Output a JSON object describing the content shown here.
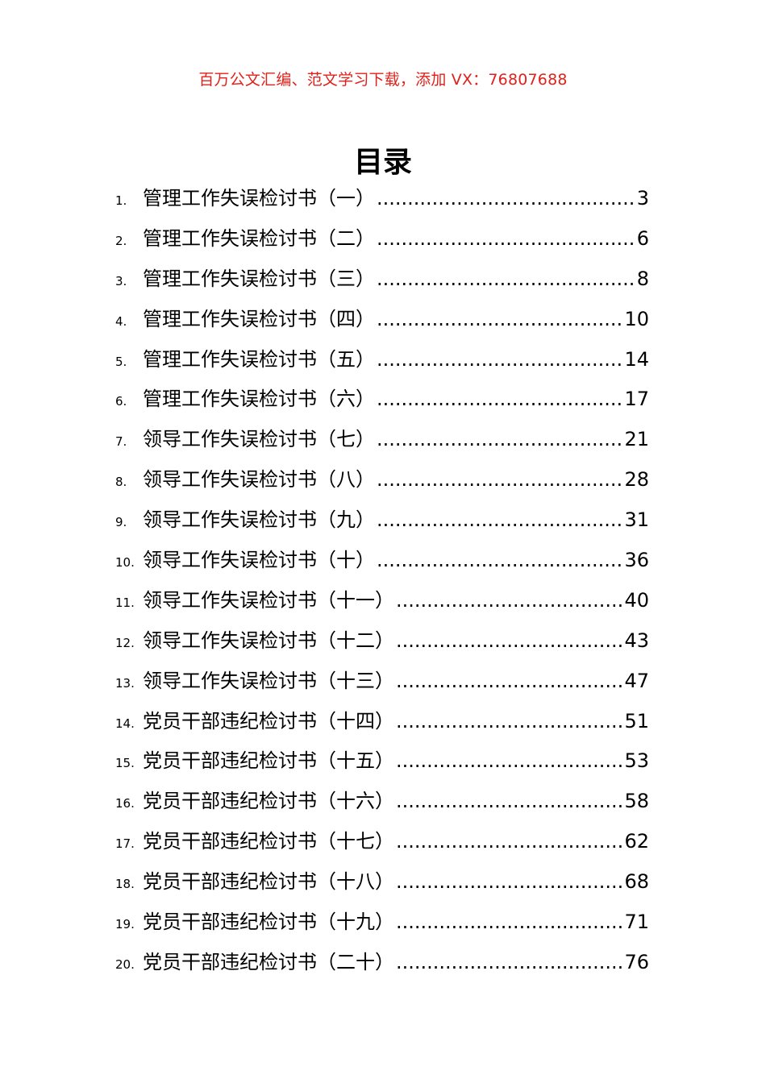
{
  "banner": {
    "text": "百万公文汇编、范文学习下载，添加 VX：76807688",
    "color": "#e0211b"
  },
  "title": "目录",
  "toc": [
    {
      "num": "1.",
      "title": "管理工作失误检讨书（一）",
      "page": "3"
    },
    {
      "num": "2.",
      "title": "管理工作失误检讨书（二）",
      "page": "6"
    },
    {
      "num": "3.",
      "title": "管理工作失误检讨书（三）",
      "page": "8"
    },
    {
      "num": "4.",
      "title": "管理工作失误检讨书（四）",
      "page": "10"
    },
    {
      "num": "5.",
      "title": "管理工作失误检讨书（五）",
      "page": "14"
    },
    {
      "num": "6.",
      "title": "管理工作失误检讨书（六）",
      "page": "17"
    },
    {
      "num": "7.",
      "title": "领导工作失误检讨书（七）",
      "page": "21"
    },
    {
      "num": "8.",
      "title": "领导工作失误检讨书（八）",
      "page": "28"
    },
    {
      "num": "9.",
      "title": "领导工作失误检讨书（九）",
      "page": "31"
    },
    {
      "num": "10.",
      "title": "领导工作失误检讨书（十）",
      "page": "36"
    },
    {
      "num": "11.",
      "title": "领导工作失误检讨书（十一）",
      "page": "40"
    },
    {
      "num": "12.",
      "title": "领导工作失误检讨书（十二）",
      "page": "43"
    },
    {
      "num": "13.",
      "title": "领导工作失误检讨书（十三）",
      "page": "47"
    },
    {
      "num": "14.",
      "title": "党员干部违纪检讨书（十四）",
      "page": "51"
    },
    {
      "num": "15.",
      "title": "党员干部违纪检讨书（十五）",
      "page": "53"
    },
    {
      "num": "16.",
      "title": "党员干部违纪检讨书（十六）",
      "page": "58"
    },
    {
      "num": "17.",
      "title": "党员干部违纪检讨书（十七）",
      "page": "62"
    },
    {
      "num": "18.",
      "title": "党员干部违纪检讨书（十八）",
      "page": "68"
    },
    {
      "num": "19.",
      "title": "党员干部违纪检讨书（十九）",
      "page": "71"
    },
    {
      "num": "20.",
      "title": "党员干部违纪检讨书（二十）",
      "page": "76"
    }
  ]
}
